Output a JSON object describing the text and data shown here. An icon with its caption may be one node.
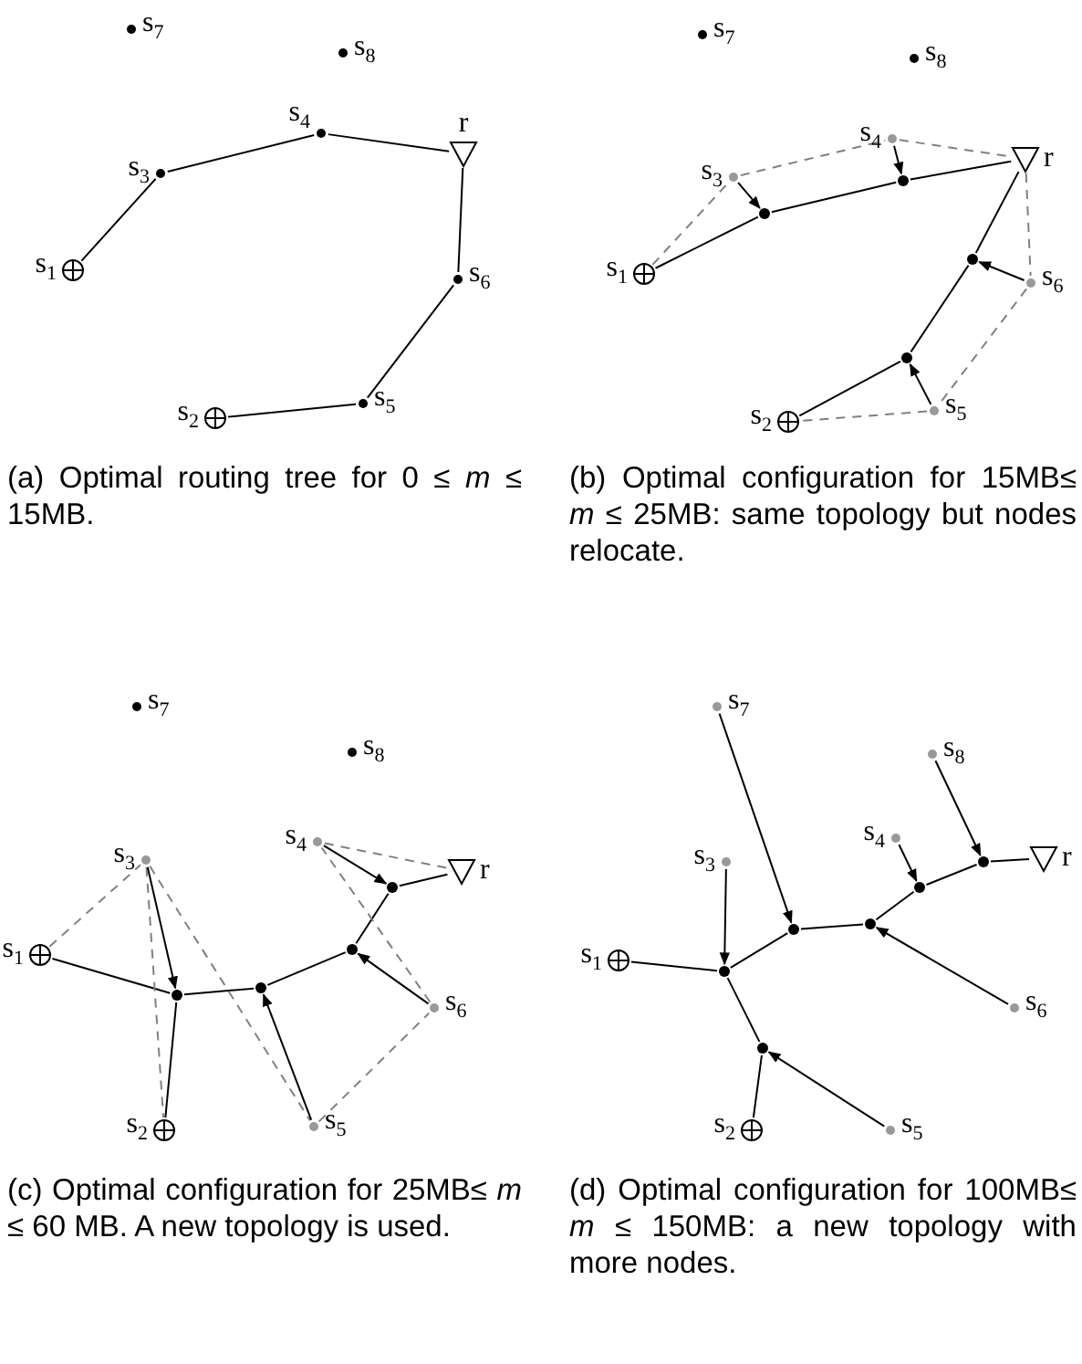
{
  "diagram": {
    "nodes": [
      {
        "text": [
          "s$_{7}$"
        ]
      },
      {
        "text": [
          "s$_{8}$"
        ]
      },
      {
        "text": [
          "s$_{4}$"
        ]
      },
      {
        "text": [
          "r"
        ]
      },
      {
        "text": [
          "s$_{3}$"
        ]
      },
      {
        "text": [
          "s$_{1}$"
        ]
      },
      {
        "text": [
          "s$_{6}$"
        ]
      },
      {
        "text": [
          "s$_{5}$"
        ]
      },
      {
        "text": [
          "s$_{2}$"
        ]
      },
      {
        "text": [
          "s$_{7}$"
        ]
      },
      {
        "text": [
          "s$_{8}$"
        ]
      },
      {
        "text": [
          "s$_{4}$"
        ]
      },
      {
        "text": [
          "r"
        ]
      },
      {
        "text": [
          "s$_{3}$"
        ]
      },
      {
        "text": [
          "s$_{1}$"
        ]
      },
      {
        "text": [
          "s$_{6}$"
        ]
      },
      {
        "text": [
          "s$_{5}$"
        ]
      },
      {
        "text": [
          "s$_{2}$"
        ]
      },
      {
        "text": [],
        "shape": "circle"
      },
      {
        "text": [],
        "shape": "circle"
      },
      {
        "text": [],
        "shape": "circle"
      },
      {
        "text": [],
        "shape": "circle"
      },
      {
        "text": [
          "s$_{7}$"
        ]
      },
      {
        "text": [
          "s$_{8}$"
        ]
      },
      {
        "text": [
          "s$_{4}$"
        ]
      },
      {
        "text": [
          "s$_{3}$"
        ]
      },
      {
        "text": [
          "r"
        ]
      },
      {
        "text": [
          "s$_{1}$"
        ]
      },
      {
        "text": [
          "s$_{6}$"
        ]
      },
      {
        "text": [
          "s$_{5}$"
        ]
      },
      {
        "text": [
          "s$_{2}$"
        ]
      },
      {
        "text": [],
        "shape": "circle"
      },
      {
        "text": [],
        "shape": "circle"
      },
      {
        "text": [],
        "shape": "circle"
      },
      {
        "text": [],
        "shape": "circle"
      },
      {
        "text": [
          "s$_{7}$"
        ]
      },
      {
        "text": [
          "s$_{8}$"
        ]
      },
      {
        "text": [
          "s$_{4}$"
        ]
      },
      {
        "text": [
          "r"
        ]
      },
      {
        "text": [
          "s$_{3}$"
        ]
      },
      {
        "text": [
          "s$_{1}$"
        ]
      },
      {
        "text": [
          "s$_{6}$"
        ]
      },
      {
        "text": [
          "s$_{5}$"
        ]
      },
      {
        "text": [
          "s$_{2}$"
        ]
      },
      {
        "text": [],
        "shape": "circle"
      },
      {
        "text": [],
        "shape": "circle"
      },
      {
        "text": [],
        "shape": "circle"
      },
      {
        "text": [],
        "shape": "circle"
      },
      {
        "text": [],
        "shape": "circle"
      },
      {
        "text": [],
        "shape": "circle"
      }
    ],
    "edges": [
      {
        "from": 5,
        "to": 4,
        "arrow": "none"
      },
      {
        "from": 4,
        "to": 2,
        "arrow": "none"
      },
      {
        "from": 2,
        "to": 3,
        "arrow": "none"
      },
      {
        "from": 3,
        "to": 6,
        "arrow": "none"
      },
      {
        "from": 6,
        "to": 7,
        "arrow": "none"
      },
      {
        "from": 7,
        "to": 8,
        "arrow": "none"
      },
      {
        "from": 14,
        "to": 19,
        "arrow": "none"
      },
      {
        "from": 19,
        "to": 18,
        "arrow": "none"
      },
      {
        "from": 18,
        "to": 12,
        "arrow": "none"
      },
      {
        "from": 12,
        "to": 20,
        "arrow": "none"
      },
      {
        "from": 20,
        "to": 21,
        "arrow": "none"
      },
      {
        "from": 21,
        "to": 17,
        "arrow": "none"
      },
      {
        "from": 14,
        "to": 13,
        "arrow": "none",
        "style": "dashed",
        "color": "#808080"
      },
      {
        "from": 13,
        "to": 11,
        "arrow": "none",
        "style": "dashed",
        "color": "#808080"
      },
      {
        "from": 11,
        "to": 12,
        "arrow": "none",
        "style": "dashed",
        "color": "#808080"
      },
      {
        "from": 12,
        "to": 15,
        "arrow": "none",
        "style": "dashed",
        "color": "#808080"
      },
      {
        "from": 15,
        "to": 16,
        "arrow": "none",
        "style": "dashed",
        "color": "#808080"
      },
      {
        "from": 16,
        "to": 17,
        "arrow": "none",
        "style": "dashed",
        "color": "#808080"
      },
      {
        "from": 13,
        "to": 19,
        "arrow": "to"
      },
      {
        "from": 11,
        "to": 18,
        "arrow": "to"
      },
      {
        "from": 15,
        "to": 20,
        "arrow": "to"
      },
      {
        "from": 16,
        "to": 21,
        "arrow": "to"
      },
      {
        "from": 27,
        "to": 34,
        "arrow": "none"
      },
      {
        "from": 34,
        "to": 33,
        "arrow": "none"
      },
      {
        "from": 33,
        "to": 32,
        "arrow": "none"
      },
      {
        "from": 32,
        "to": 31,
        "arrow": "none"
      },
      {
        "from": 31,
        "to": 26,
        "arrow": "none"
      },
      {
        "from": 34,
        "to": 30,
        "arrow": "none"
      },
      {
        "from": 27,
        "to": 25,
        "arrow": "none",
        "style": "dashed",
        "color": "#808080"
      },
      {
        "from": 25,
        "to": 30,
        "arrow": "none",
        "style": "dashed",
        "color": "#808080"
      },
      {
        "from": 25,
        "to": 29,
        "arrow": "none",
        "style": "dashed",
        "color": "#808080"
      },
      {
        "from": 29,
        "to": 28,
        "arrow": "none",
        "style": "dashed",
        "color": "#808080"
      },
      {
        "from": 28,
        "to": 24,
        "arrow": "none",
        "style": "dashed",
        "color": "#808080"
      },
      {
        "from": 24,
        "to": 26,
        "arrow": "none",
        "style": "dashed",
        "color": "#808080"
      },
      {
        "from": 25,
        "to": 34,
        "arrow": "to"
      },
      {
        "from": 29,
        "to": 33,
        "arrow": "to"
      },
      {
        "from": 28,
        "to": 32,
        "arrow": "to"
      },
      {
        "from": 24,
        "to": 31,
        "arrow": "to"
      },
      {
        "from": 40,
        "to": 48,
        "arrow": "none"
      },
      {
        "from": 48,
        "to": 47,
        "arrow": "none"
      },
      {
        "from": 47,
        "to": 46,
        "arrow": "none"
      },
      {
        "from": 46,
        "to": 45,
        "arrow": "none"
      },
      {
        "from": 45,
        "to": 44,
        "arrow": "none"
      },
      {
        "from": 44,
        "to": 38,
        "arrow": "none"
      },
      {
        "from": 48,
        "to": 49,
        "arrow": "none"
      },
      {
        "from": 49,
        "to": 43,
        "arrow": "none"
      },
      {
        "from": 39,
        "to": 48,
        "arrow": "to"
      },
      {
        "from": 35,
        "to": 47,
        "arrow": "to"
      },
      {
        "from": 41,
        "to": 46,
        "arrow": "to"
      },
      {
        "from": 37,
        "to": 45,
        "arrow": "to"
      },
      {
        "from": 36,
        "to": 44,
        "arrow": "to"
      },
      {
        "from": 42,
        "to": 49,
        "arrow": "to"
      }
    ],
    "labels": [
      "(a) Optimal routing tree for 0 ≤ *m* ≤ 15MB.",
      "(b) Optimal configuration for 15MB≤ *m* ≤ 25MB: same topology but nodes relocate.",
      "(c) Optimal configuration for 25MB≤ *m* ≤ 60 MB. A new topology is used.",
      "(d) Optimal configuration for 100MB≤ *m* ≤ 150MB: a new topology with more nodes."
    ]
  }
}
